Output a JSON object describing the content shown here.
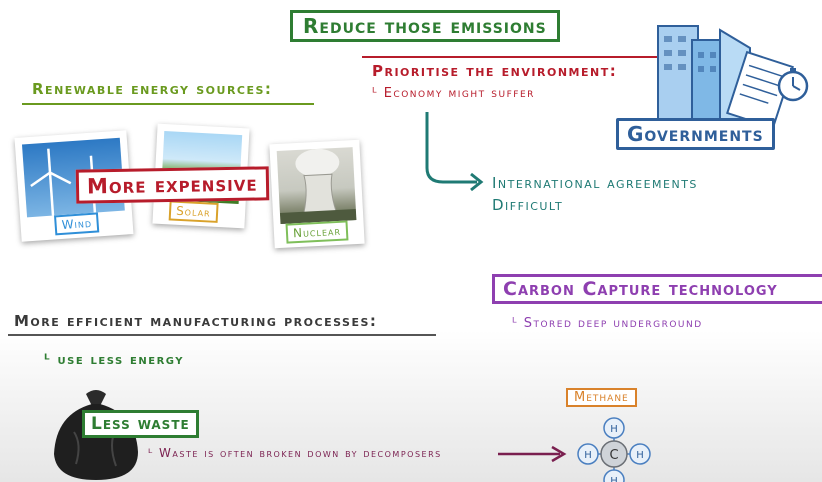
{
  "title": "Reduce those emissions",
  "government": {
    "heading": "Prioritise the environment:",
    "sub": "Economy might suffer",
    "badge": "Governments",
    "agreements_line1": "International agreements",
    "agreements_line2": "Difficult"
  },
  "renewables": {
    "heading": "Renewable energy sources:",
    "stamp": "More expensive",
    "photos": [
      {
        "label": "Wind"
      },
      {
        "label": "Solar"
      },
      {
        "label": "Nuclear"
      }
    ]
  },
  "carbon_capture": {
    "heading": "Carbon Capture technology",
    "sub": "Stored deep underground"
  },
  "manufacturing": {
    "heading": "More efficient manufacturing processes:",
    "sub": "use less energy",
    "waste_badge": "Less waste",
    "waste_note": "Waste is often broken down by decomposers"
  },
  "methane": {
    "label": "Methane",
    "center_atom": "C",
    "outer_atom": "H"
  },
  "colors": {
    "green": "#2e7d32",
    "lime": "#6a9a1f",
    "red": "#b71c2b",
    "blue": "#2f5f9a",
    "purple": "#8e3fb0",
    "teal": "#1f7a74",
    "orange": "#d9822b",
    "plum": "#7a1f4f"
  }
}
